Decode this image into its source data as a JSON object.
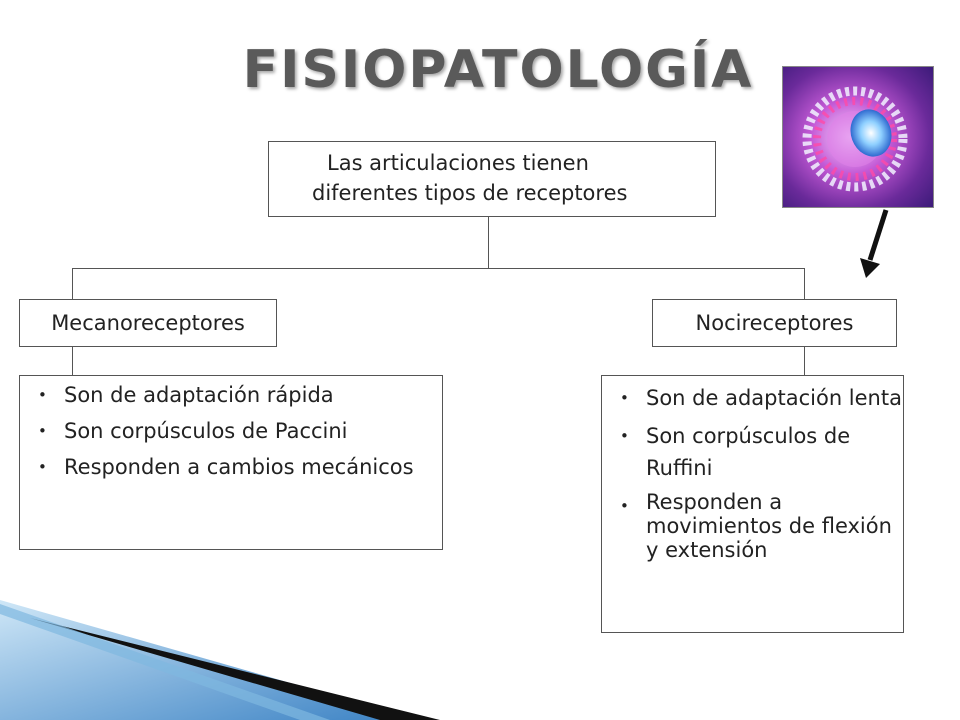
{
  "slide": {
    "title": "FISIOPATOLOGÍA",
    "root": {
      "line1": "Las articulaciones tienen",
      "line2": "diferentes tipos de receptores"
    },
    "left": {
      "label": "Mecanoreceptores",
      "items": [
        "Son de adaptación rápida",
        "Son corpúsculos de Paccini",
        "Responden a cambios mecánicos"
      ]
    },
    "right": {
      "label": "Nocireceptores",
      "items": [
        "Son de adaptación lenta",
        "Son corpúsculos de Ruffini",
        "Responden a movimientos de flexión y extensión"
      ]
    }
  },
  "colors": {
    "title": "#5a5a5a",
    "border": "#555555",
    "accent_blue": "#3b82c4",
    "photo_purple": "#6a2a9a"
  },
  "icons": {
    "photo": "receptor-photo",
    "arrow": "down-left-arrow-icon"
  }
}
